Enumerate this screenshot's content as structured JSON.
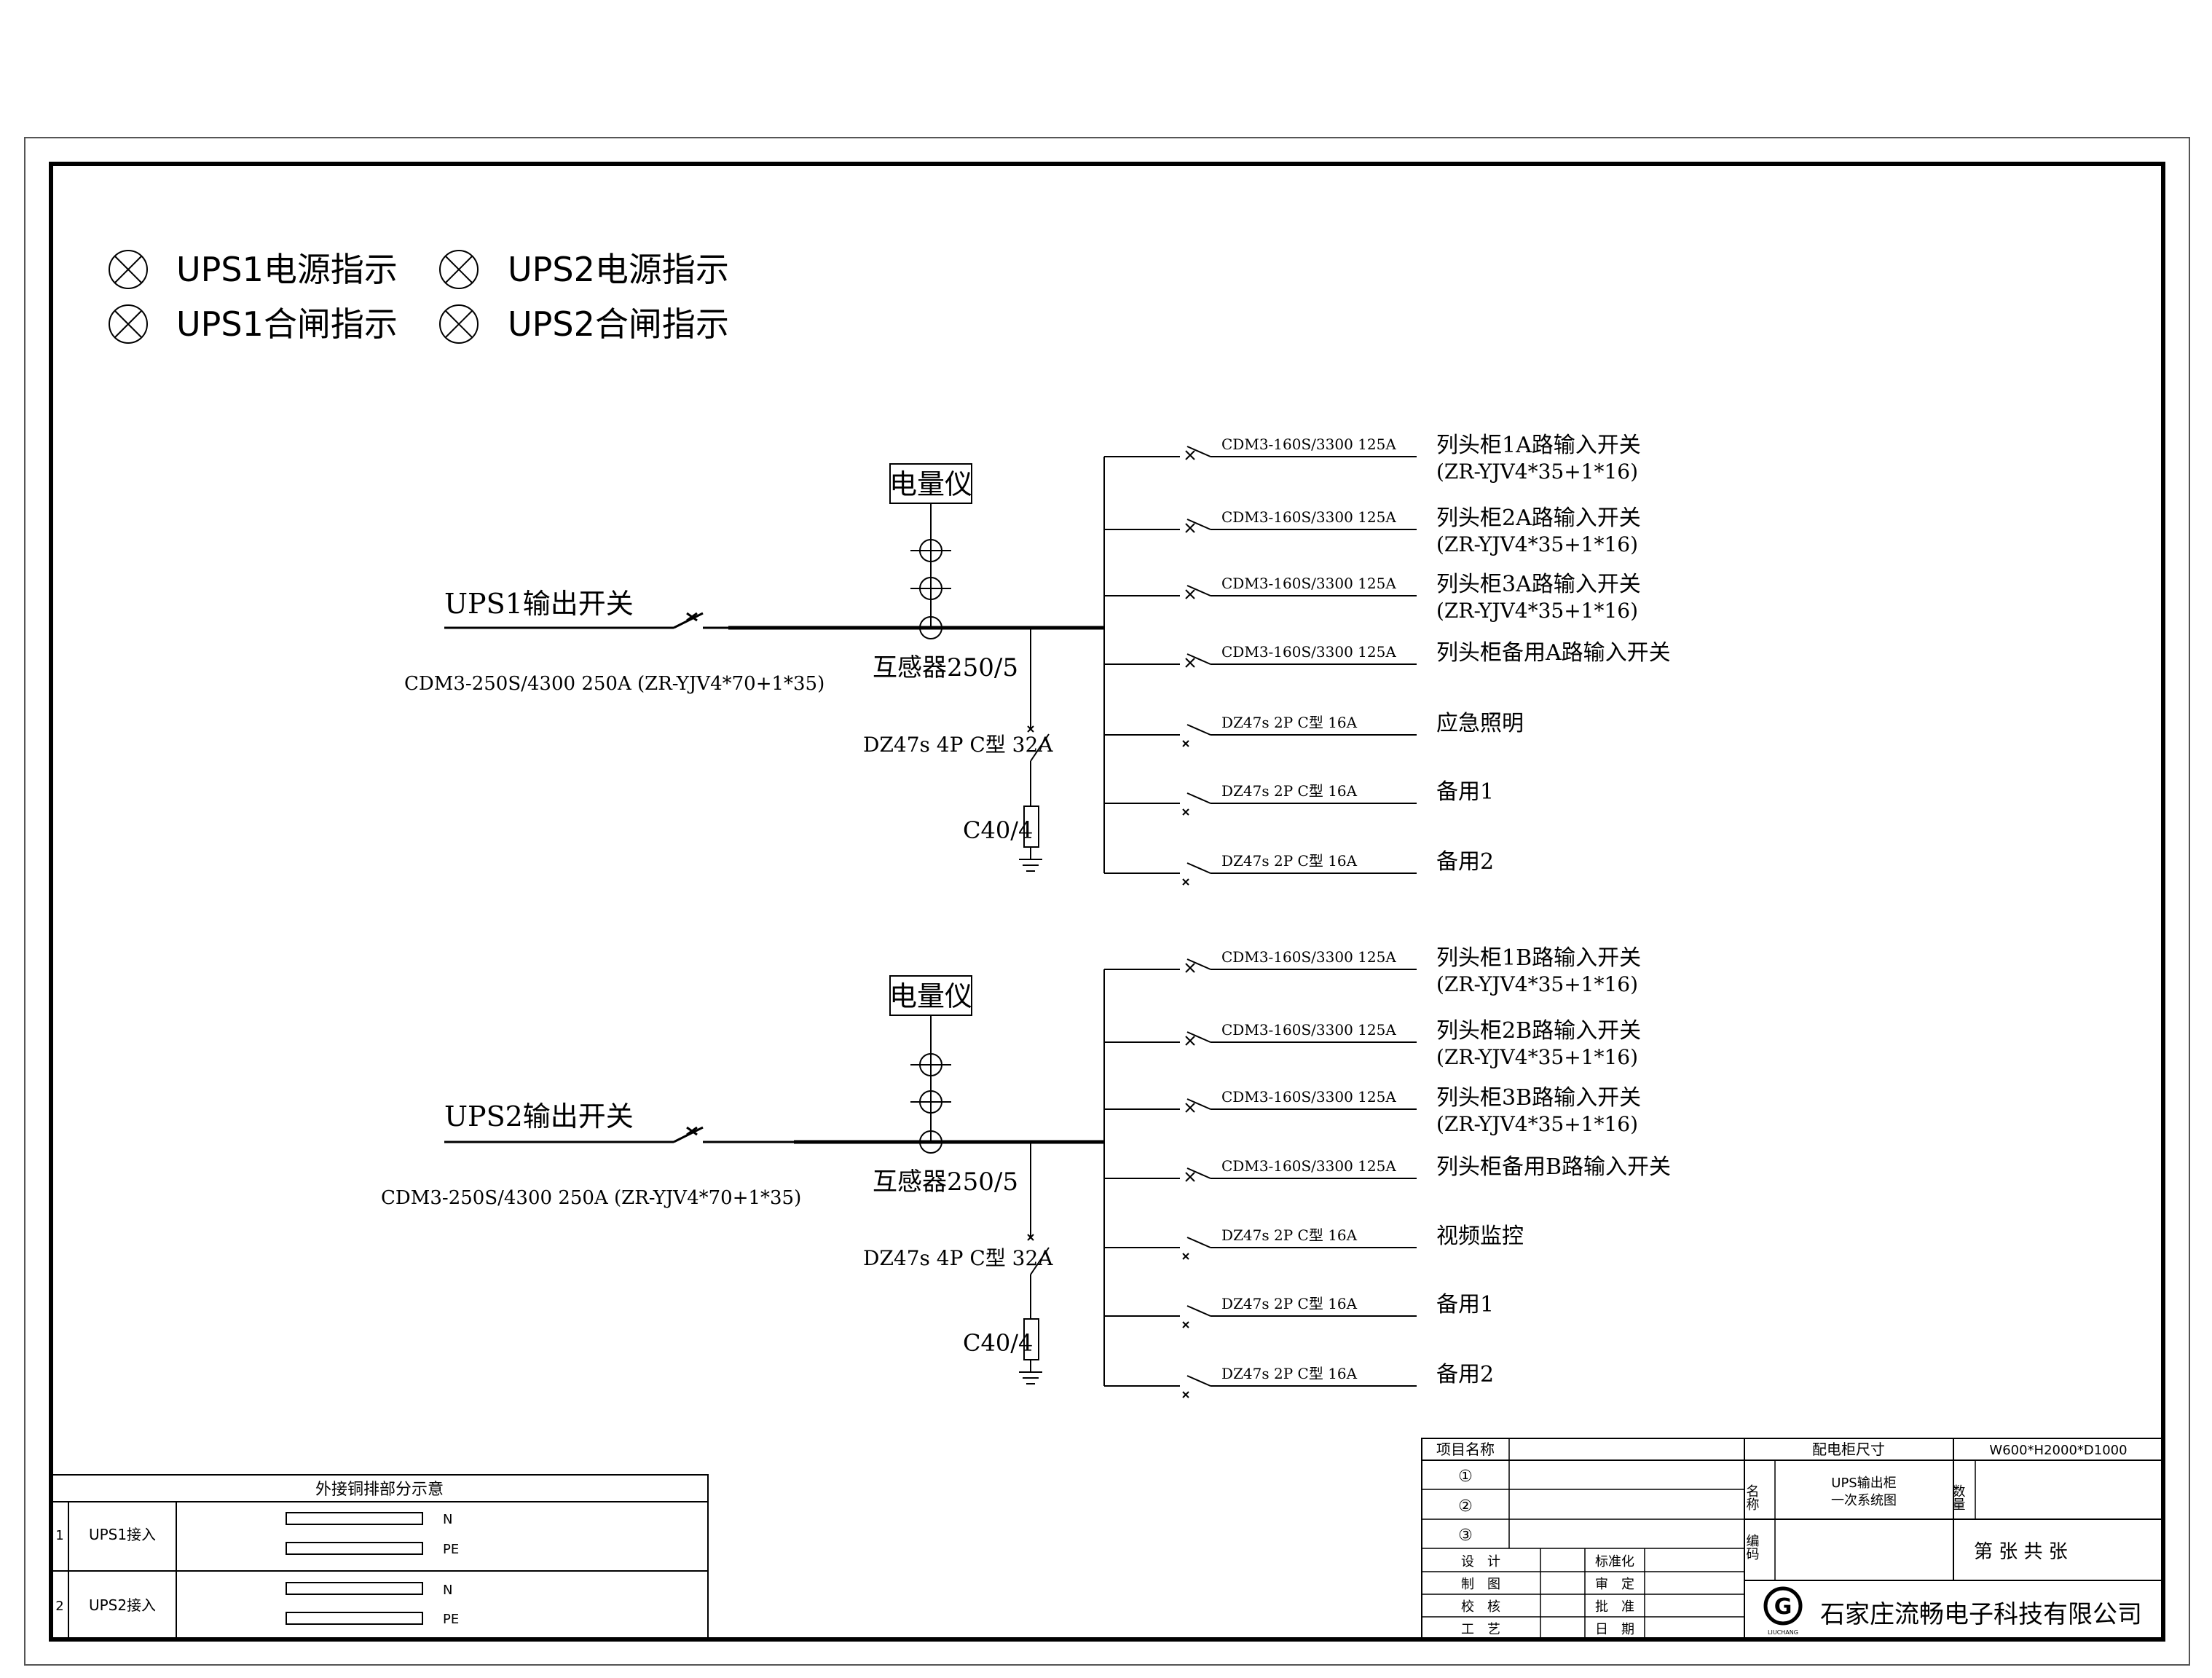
{
  "indicators": [
    {
      "label": "UPS1电源指示"
    },
    {
      "label": "UPS2电源指示"
    },
    {
      "label": "UPS1合闸指示"
    },
    {
      "label": "UPS2合闸指示"
    }
  ],
  "sections": [
    {
      "meter_label": "电量仪",
      "main_switch_label": "UPS1输出开关",
      "main_switch_spec": "CDM3-250S/4300 250A (ZR-YJV4*70+1*35)",
      "ct_label": "互感器250/5",
      "spd_breaker": "DZ47s 4P C型 32A",
      "spd_label": "C40/4",
      "feeders": [
        {
          "breaker": "CDM3-160S/3300 125A",
          "name": "列头柜1A路输入开关",
          "cable": "(ZR-YJV4*35+1*16)"
        },
        {
          "breaker": "CDM3-160S/3300 125A",
          "name": "列头柜2A路输入开关",
          "cable": "(ZR-YJV4*35+1*16)"
        },
        {
          "breaker": "CDM3-160S/3300 125A",
          "name": "列头柜3A路输入开关",
          "cable": "(ZR-YJV4*35+1*16)"
        },
        {
          "breaker": "CDM3-160S/3300 125A",
          "name": "列头柜备用A路输入开关",
          "cable": ""
        },
        {
          "breaker": "DZ47s 2P C型 16A",
          "name": "应急照明",
          "cable": ""
        },
        {
          "breaker": "DZ47s 2P C型 16A",
          "name": "备用1",
          "cable": ""
        },
        {
          "breaker": "DZ47s 2P C型 16A",
          "name": "备用2",
          "cable": ""
        }
      ]
    },
    {
      "meter_label": "电量仪",
      "main_switch_label": "UPS2输出开关",
      "main_switch_spec": "CDM3-250S/4300 250A (ZR-YJV4*70+1*35)",
      "ct_label": "互感器250/5",
      "spd_breaker": "DZ47s 4P C型 32A",
      "spd_label": "C40/4",
      "feeders": [
        {
          "breaker": "CDM3-160S/3300 125A",
          "name": "列头柜1B路输入开关",
          "cable": "(ZR-YJV4*35+1*16)"
        },
        {
          "breaker": "CDM3-160S/3300 125A",
          "name": "列头柜2B路输入开关",
          "cable": "(ZR-YJV4*35+1*16)"
        },
        {
          "breaker": "CDM3-160S/3300 125A",
          "name": "列头柜3B路输入开关",
          "cable": "(ZR-YJV4*35+1*16)"
        },
        {
          "breaker": "CDM3-160S/3300 125A",
          "name": "列头柜备用B路输入开关",
          "cable": ""
        },
        {
          "breaker": "DZ47s 2P C型 16A",
          "name": "视频监控",
          "cable": ""
        },
        {
          "breaker": "DZ47s 2P C型 16A",
          "name": "备用1",
          "cable": ""
        },
        {
          "breaker": "DZ47s 2P C型 16A",
          "name": "备用2",
          "cable": ""
        }
      ]
    }
  ],
  "busbar_table": {
    "title": "外接铜排部分示意",
    "rows": [
      {
        "no": "1",
        "name": "UPS1接入",
        "bar1": "N",
        "bar2": "PE"
      },
      {
        "no": "2",
        "name": "UPS2接入",
        "bar1": "N",
        "bar2": "PE"
      }
    ]
  },
  "title_block": {
    "project_name_label": "项目名称",
    "cabinet_size_label": "配电柜尺寸",
    "cabinet_size_value": "W600*H2000*D1000",
    "circled": [
      "①",
      "②",
      "③"
    ],
    "name_label": "名称",
    "name_value_1": "UPS输出柜",
    "name_value_2": "一次系统图",
    "quantity_label": "数量",
    "code_label": "编码",
    "sheet_text": "第 张 共 张",
    "roles_left": [
      "设　计",
      "制　图",
      "校　核",
      "工　艺"
    ],
    "roles_right": [
      "标准化",
      "审　定",
      "批　准",
      "日　期"
    ],
    "logo_letter": "G",
    "logo_caption": "LIUCHANG",
    "company": "石家庄流畅电子科技有限公司"
  }
}
